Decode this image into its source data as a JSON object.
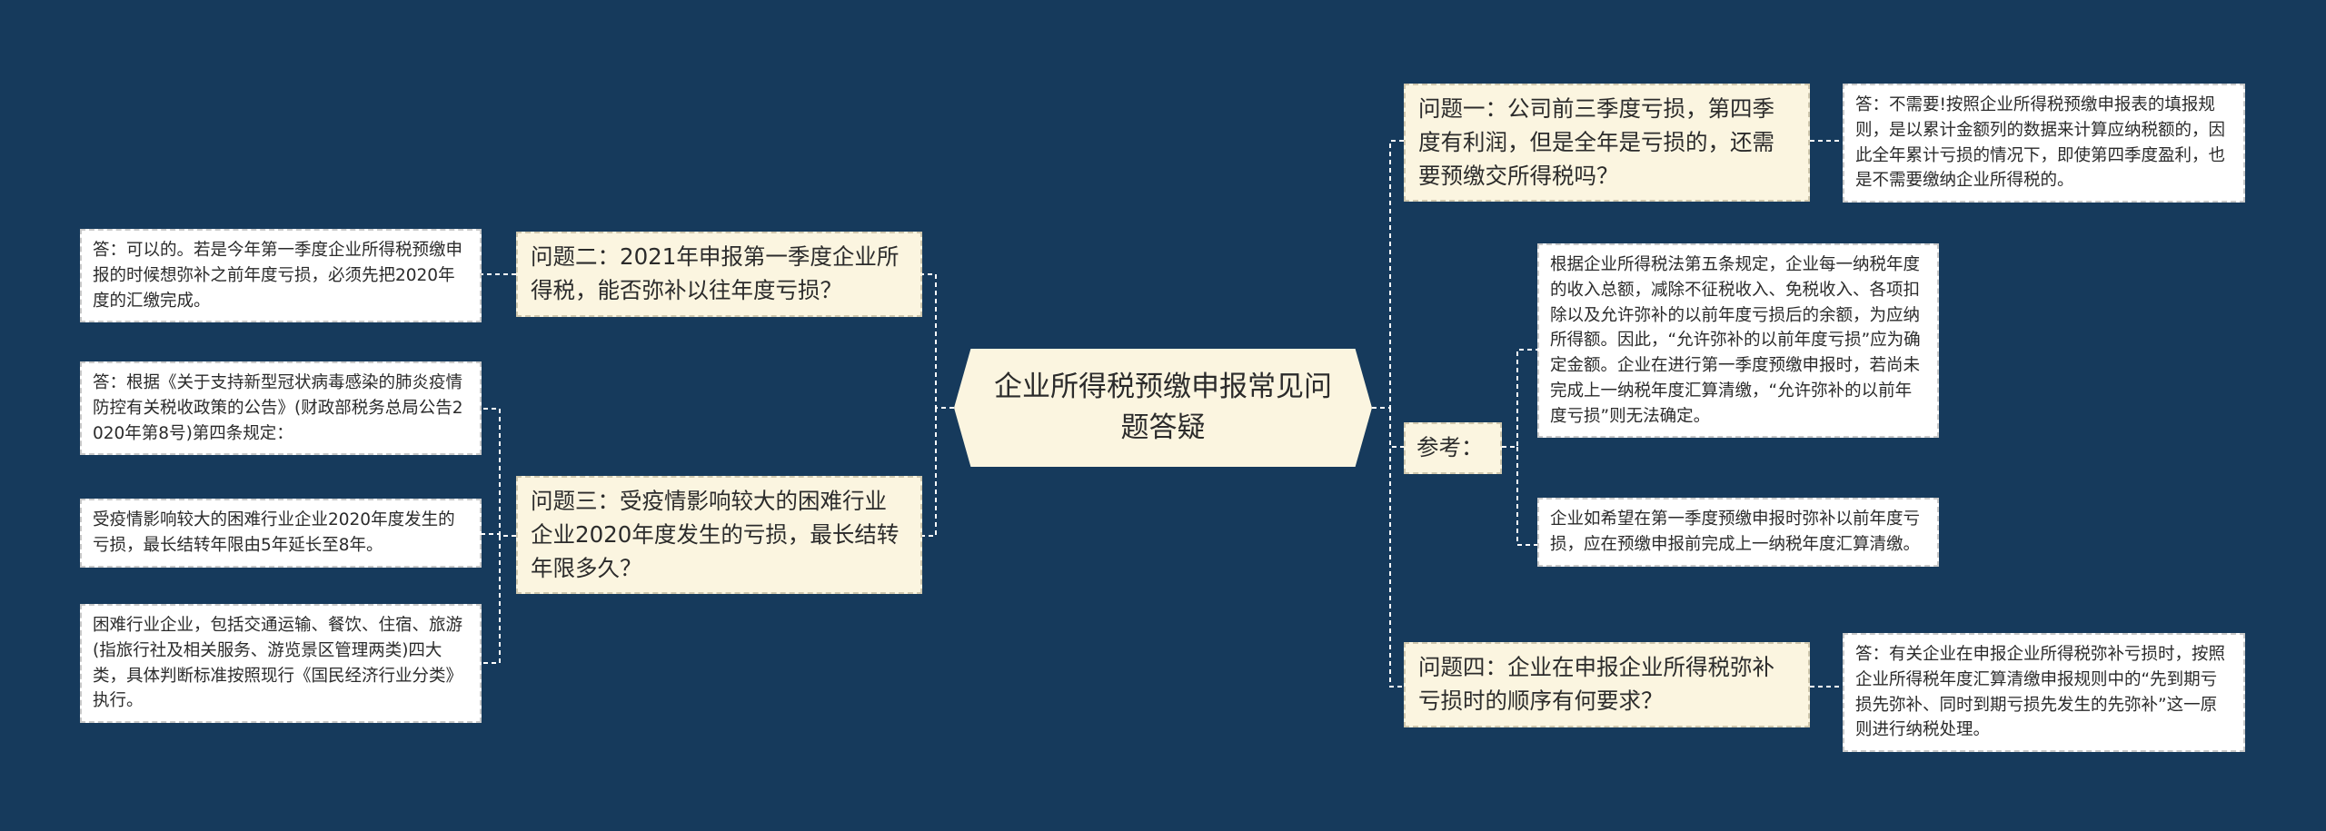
{
  "central": {
    "title": "企业所得税预缴申报常见问题答疑"
  },
  "right": {
    "q1": {
      "question": "问题一：公司前三季度亏损，第四季度有利润，但是全年是亏损的，还需要预缴交所得税吗？",
      "answer": "答：不需要!按照企业所得税预缴申报表的填报规则，是以累计金额列的数据来计算应纳税额的，因此全年累计亏损的情况下，即使第四季度盈利，也是不需要缴纳企业所得税的。"
    },
    "ref": {
      "label": "参考：",
      "item1": "根据企业所得税法第五条规定，企业每一纳税年度的收入总额，减除不征税收入、免税收入、各项扣除以及允许弥补的以前年度亏损后的余额，为应纳所得额。因此，“允许弥补的以前年度亏损”应为确定金额。企业在进行第一季度预缴申报时，若尚未完成上一纳税年度汇算清缴，“允许弥补的以前年度亏损”则无法确定。",
      "item2": "企业如希望在第一季度预缴申报时弥补以前年度亏损，应在预缴申报前完成上一纳税年度汇算清缴。"
    },
    "q4": {
      "question": "问题四：企业在申报企业所得税弥补亏损时的顺序有何要求？",
      "answer": "答：有关企业在申报企业所得税弥补亏损时，按照企业所得税年度汇算清缴申报规则中的“先到期亏损先弥补、同时到期亏损先发生的先弥补”这一原则进行纳税处理。"
    }
  },
  "left": {
    "q2": {
      "question": "问题二：2021年申报第一季度企业所得税，能否弥补以往年度亏损？",
      "answer": "答：可以的。若是今年第一季度企业所得税预缴申报的时候想弥补之前年度亏损，必须先把2020年度的汇缴完成。"
    },
    "q3": {
      "question": "问题三：受疫情影响较大的困难行业企业2020年度发生的亏损，最长结转年限多久？",
      "answer1": "答：根据《关于支持新型冠状病毒感染的肺炎疫情防控有关税收政策的公告》(财政部税务总局公告2020年第8号)第四条规定：",
      "answer2": "受疫情影响较大的困难行业企业2020年度发生的亏损，最长结转年限由5年延长至8年。",
      "answer3": "困难行业企业，包括交通运输、餐饮、住宿、旅游(指旅行社及相关服务、游览景区管理两类)四大类，具体判断标准按照现行《国民经济行业分类》执行。"
    }
  },
  "colors": {
    "background": "#163a5c",
    "node_fill": "#fbf5e0",
    "answer_fill": "#ffffff",
    "connector": "#ffffff"
  }
}
